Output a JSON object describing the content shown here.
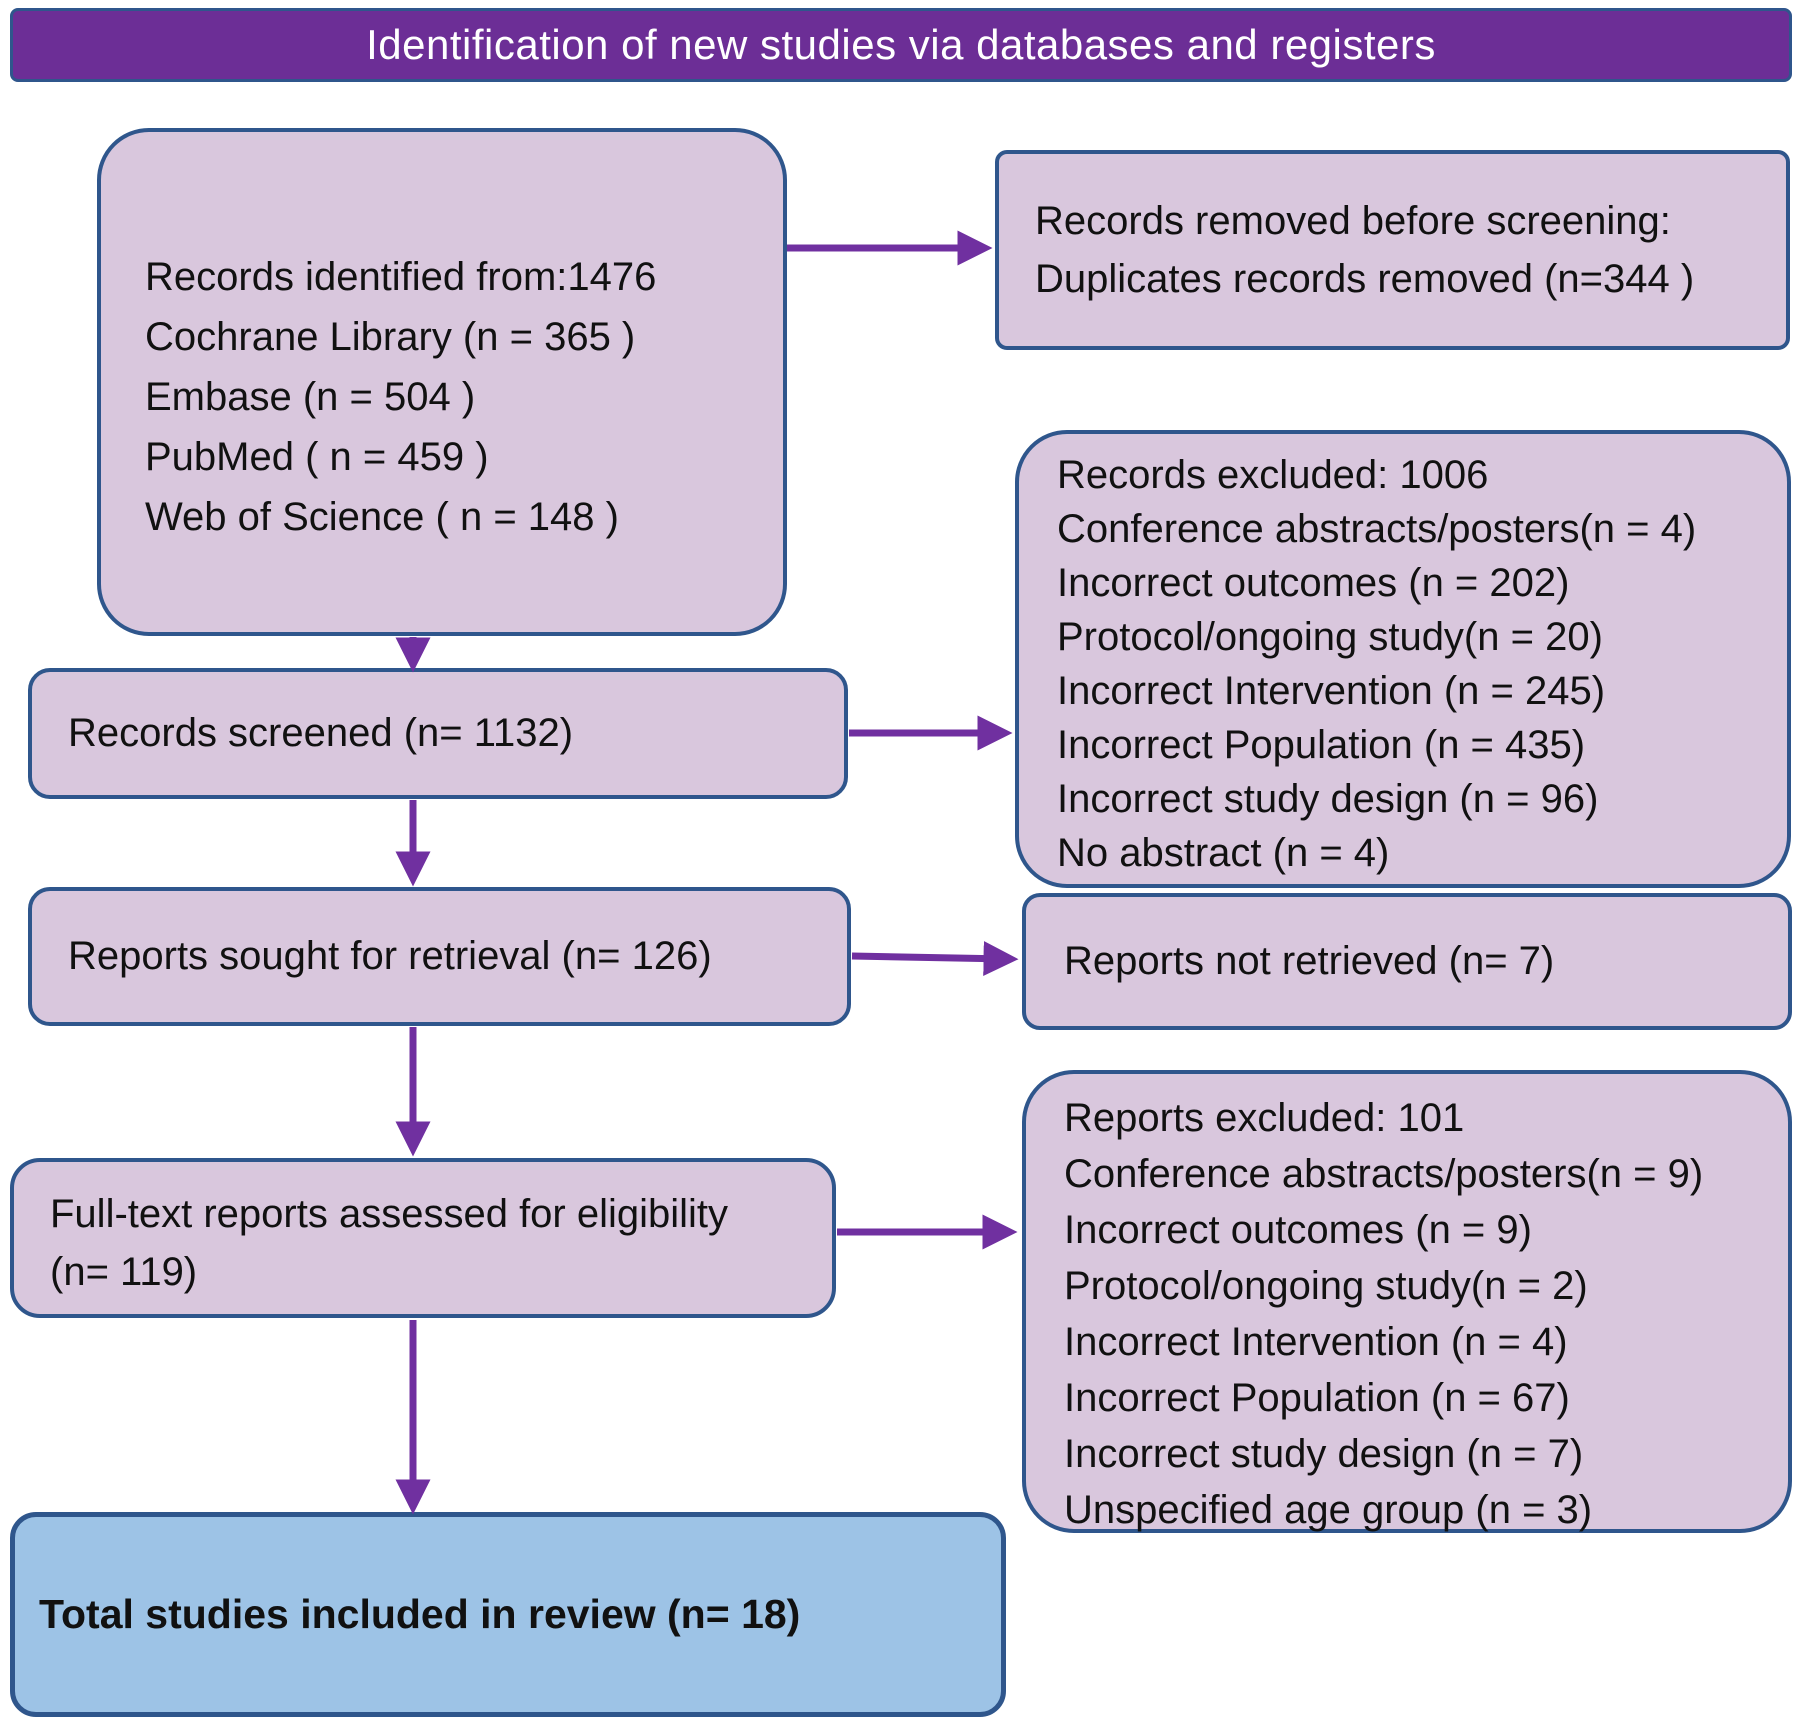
{
  "title": "Identification of new studies via databases and registers",
  "colors": {
    "title_bg": "#6C2E96",
    "title_text": "#FFFFFF",
    "box_fill": "#D9C7DD",
    "box_border": "#2F568C",
    "included_fill": "#9DC3E6",
    "arrow": "#7030A0",
    "text": "#111111"
  },
  "boxes": {
    "identification": {
      "lines": [
        "Records identified from:1476",
        "Cochrane Library (n = 365 )",
        "Embase (n = 504 )",
        "PubMed ( n = 459 )",
        "Web of Science ( n = 148 )"
      ]
    },
    "removed_before_screening": {
      "lines": [
        "Records removed before screening:",
        "Duplicates records removed (n=344 )"
      ]
    },
    "records_screened": {
      "text": "Records screened (n= 1132)"
    },
    "records_excluded": {
      "lines": [
        "Records excluded: 1006",
        "Conference abstracts/posters(n = 4)",
        "Incorrect outcomes (n = 202)",
        "Protocol/ongoing study(n = 20)",
        "Incorrect Intervention (n = 245)",
        "Incorrect Population (n = 435)",
        "Incorrect study design (n = 96)",
        "No abstract (n = 4)"
      ]
    },
    "reports_sought": {
      "text": "Reports sought for retrieval (n= 126)"
    },
    "reports_not_retrieved": {
      "text": "Reports not retrieved (n= 7)"
    },
    "fulltext_assessed": {
      "lines": [
        "Full-text reports assessed for eligibility",
        "(n= 119)"
      ]
    },
    "reports_excluded": {
      "lines": [
        "Reports excluded: 101",
        "Conference abstracts/posters(n = 9)",
        "Incorrect outcomes (n = 9)",
        "Protocol/ongoing study(n = 2)",
        "Incorrect Intervention (n = 4)",
        "Incorrect Population (n = 67)",
        "Incorrect study design (n = 7)",
        "Unspecified age group (n = 3)"
      ]
    },
    "included": {
      "text": "Total studies included in review (n= 18)"
    }
  }
}
